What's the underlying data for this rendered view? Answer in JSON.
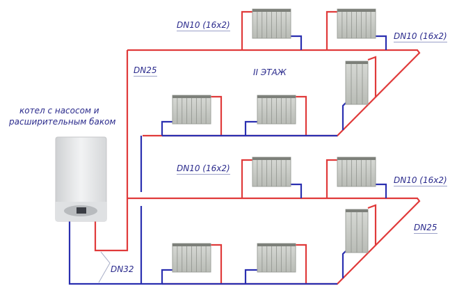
{
  "colors": {
    "supply": "#e03a3a",
    "return": "#2a2fb0",
    "label": "#2a2a8c"
  },
  "labels": {
    "top_left_pipe": "DN10 (16x2)",
    "top_right_pipe": "DN10 (16x2)",
    "riser": "DN25",
    "floor": "II ЭТАЖ",
    "boiler_line1": "котел с насосом и",
    "boiler_line2": "расширительным баком",
    "mid_left_pipe": "DN10 (16x2)",
    "mid_right_pipe": "DN10 (16x2)",
    "lower_main": "DN25",
    "boiler_main": "DN32"
  }
}
